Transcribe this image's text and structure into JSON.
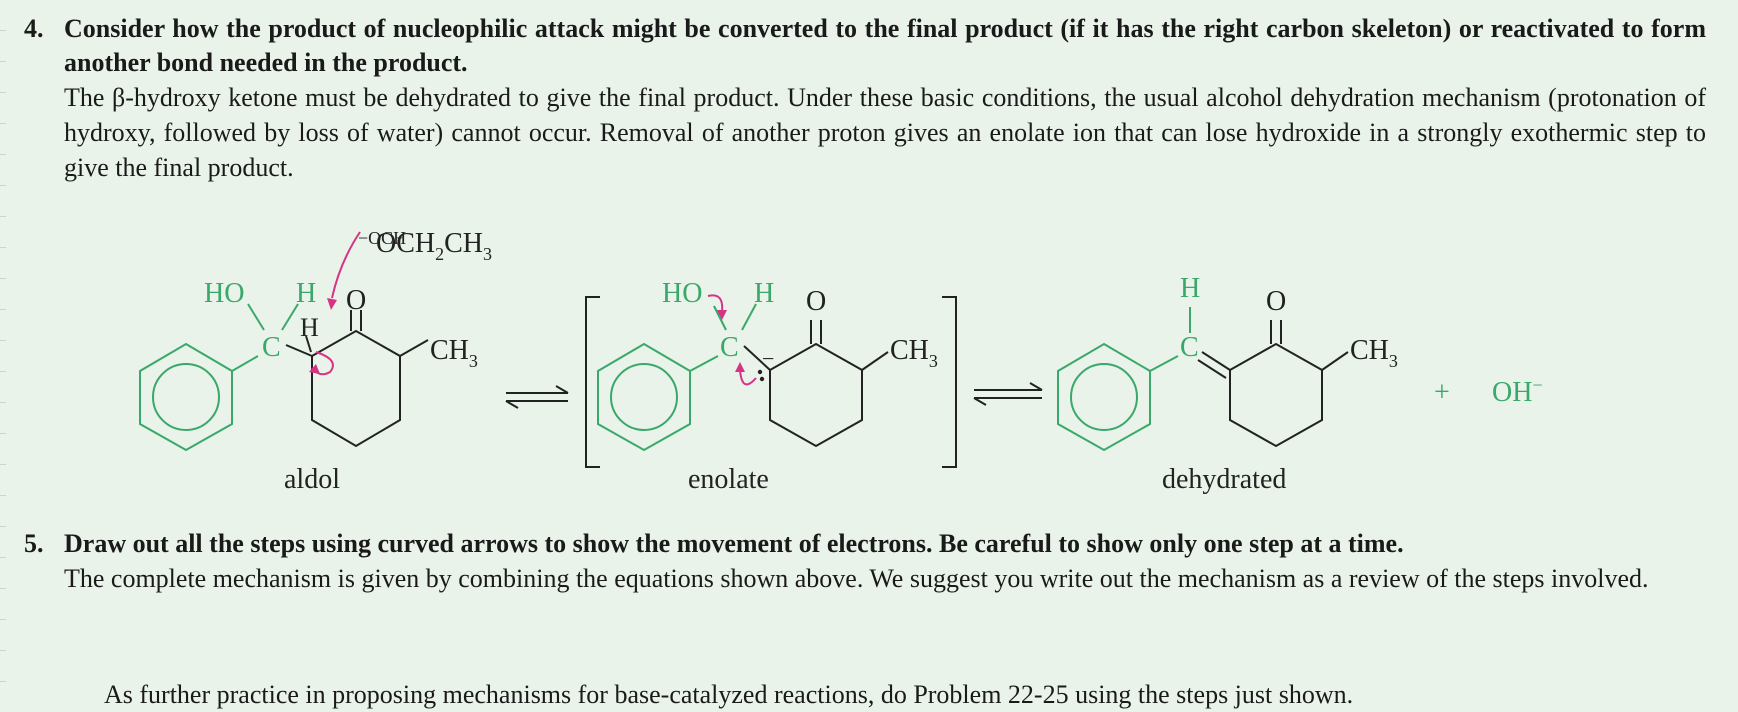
{
  "steps": [
    {
      "number": "4.",
      "title": "Consider how the product of nucleophilic attack might be converted to the final product (if it has the right carbon skeleton) or reactivated to form another bond needed in the product.",
      "body": "The β-hydroxy ketone must be dehydrated to give the final product. Under these basic conditions, the usual alcohol dehydration mechanism (protonation of hydroxy, followed by loss of water) cannot occur. Removal of another proton gives an enolate ion that can lose hydroxide in a strongly exothermic step to give the final product."
    },
    {
      "number": "5.",
      "title": "Draw out all the steps using curved arrows to show the movement of electrons. Be careful to show only one step at a time.",
      "body": "The complete mechanism is given by combining the equations shown above. We suggest you write out the mechanism as a review of the steps involved."
    }
  ],
  "practice": "As further practice in proposing mechanisms for base-catalyzed reactions, do Problem 22-25 using the steps just shown.",
  "scheme": {
    "base": {
      "prefix": "−OCH",
      "sub1": "2",
      "mid": "CH",
      "sub2": "3"
    },
    "labels": {
      "HO": "HO",
      "H": "H",
      "C": "C",
      "O": "O",
      "CH": "CH",
      "three": "3",
      "minus": "−"
    },
    "captions": {
      "aldol": "aldol",
      "enolate": "enolate",
      "dehydrated": "dehydrated"
    },
    "byproduct": {
      "plus": "+",
      "OH": "OH",
      "charge": "−"
    },
    "colors": {
      "green": "#3aa86a",
      "magenta": "#d63384",
      "black": "#222222",
      "background": "#e9f3e9"
    }
  }
}
